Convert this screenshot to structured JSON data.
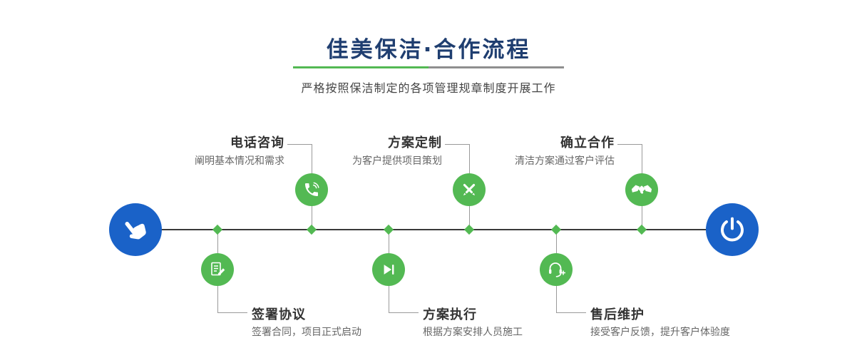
{
  "header": {
    "title": "佳美保洁·合作流程",
    "subtitle": "严格按照保洁制定的各项管理规章制度开展工作"
  },
  "colors": {
    "title_navy": "#1f3e70",
    "accent_green": "#53b953",
    "accent_blue": "#1a62c8",
    "timeline_dark": "#3a3a3a",
    "connector_gray": "#9a9a9a",
    "step_title": "#333333",
    "step_desc": "#666666"
  },
  "timeline": {
    "start_icon": "hand-point-icon",
    "end_icon": "power-icon"
  },
  "steps_top": [
    {
      "title": "电话咨询",
      "desc": "阐明基本情况和需求",
      "icon": "phone-icon"
    },
    {
      "title": "方案定制",
      "desc": "为客户提供项目策划",
      "icon": "design-tools-icon"
    },
    {
      "title": "确立合作",
      "desc": "清洁方案通过客户评估",
      "icon": "handshake-icon"
    }
  ],
  "steps_bottom": [
    {
      "title": "签署协议",
      "desc": "签署合同，项目正式启动",
      "icon": "contract-icon"
    },
    {
      "title": "方案执行",
      "desc": "根据方案安排人员施工",
      "icon": "play-icon"
    },
    {
      "title": "售后维护",
      "desc": "接受客户反馈，提升客户体验度",
      "icon": "headset-icon"
    }
  ]
}
